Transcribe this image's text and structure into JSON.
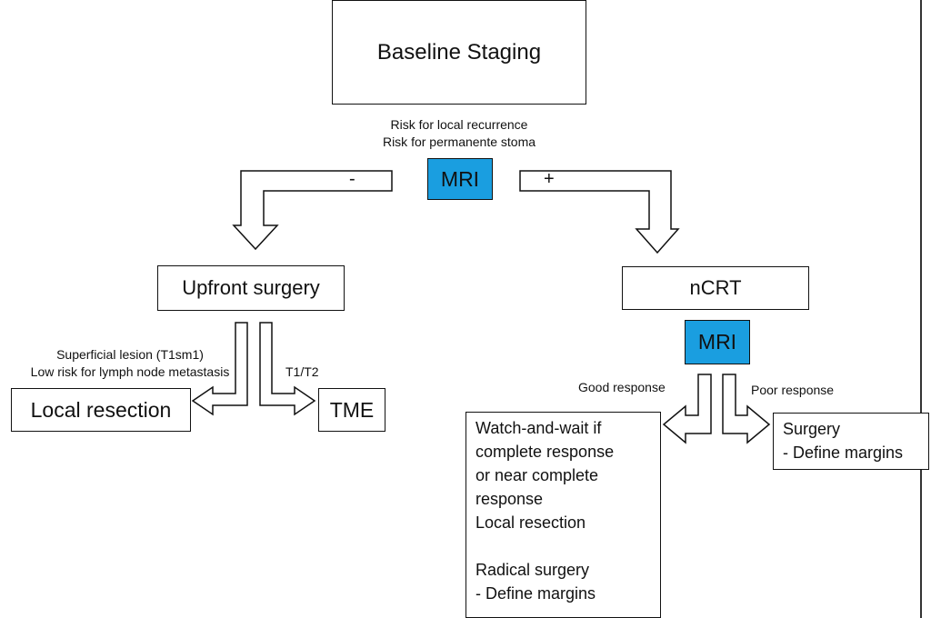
{
  "nodes": {
    "baseline": "Baseline Staging",
    "mri_top": "MRI",
    "upfront": "Upfront surgery",
    "ncrt": "nCRT",
    "mri_mid": "MRI",
    "local_resection": "Local resection",
    "tme": "TME",
    "watch_lines": [
      "Watch-and-wait if",
      "complete response",
      "or near complete",
      "response",
      "Local resection",
      "",
      "Radical surgery",
      "- Define margins"
    ],
    "surgery_lines": [
      "Surgery",
      "- Define margins"
    ]
  },
  "labels": {
    "risk_lines": [
      "Risk for local recurrence",
      "Risk for permanente stoma"
    ],
    "minus": "-",
    "plus": "+",
    "superficial_lines": [
      "Superficial lesion (T1sm1)",
      "Low risk for lymph node metastasis"
    ],
    "t1t2": "T1/T2",
    "good_response": "Good response",
    "poor_response": "Poor response"
  },
  "colors": {
    "mri_fill": "#1a9ee0",
    "border": "#111111",
    "background": "#ffffff"
  }
}
